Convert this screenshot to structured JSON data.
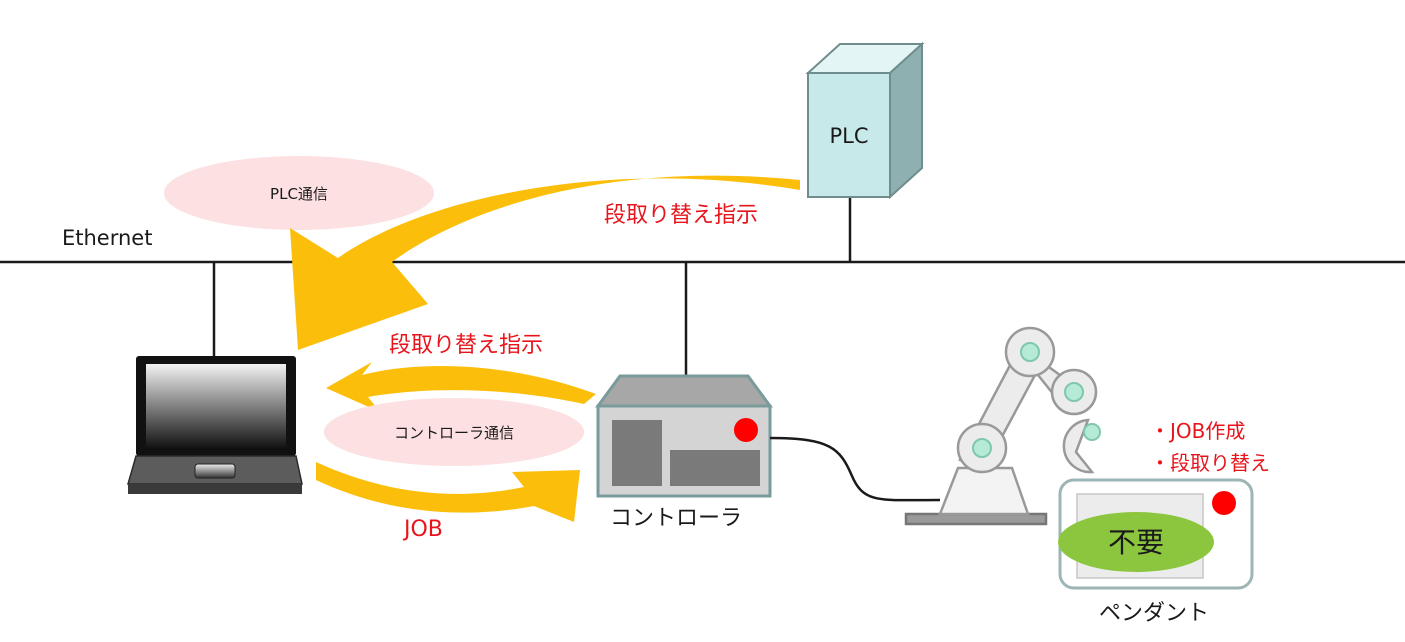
{
  "network": {
    "label": "Ethernet"
  },
  "plc": {
    "label": "PLC"
  },
  "bubbles": {
    "plc_comm": "PLC通信",
    "controller_comm": "コントローラ通信"
  },
  "arrows": {
    "plc_instruction": "段取り替え指示",
    "pc_instruction": "段取り替え指示",
    "job": "JOB"
  },
  "controller": {
    "label": "コントローラ"
  },
  "pendant": {
    "label": "ペンダント",
    "badge": "不要",
    "notes": [
      "・JOB作成",
      "・段取り替え"
    ]
  },
  "colors": {
    "arrow": "#fbbf0b",
    "bubble": "#fce0e2",
    "plc_fill": "#c8e9ea",
    "note_text": "#e8141c",
    "badge": "#8cc63f"
  }
}
